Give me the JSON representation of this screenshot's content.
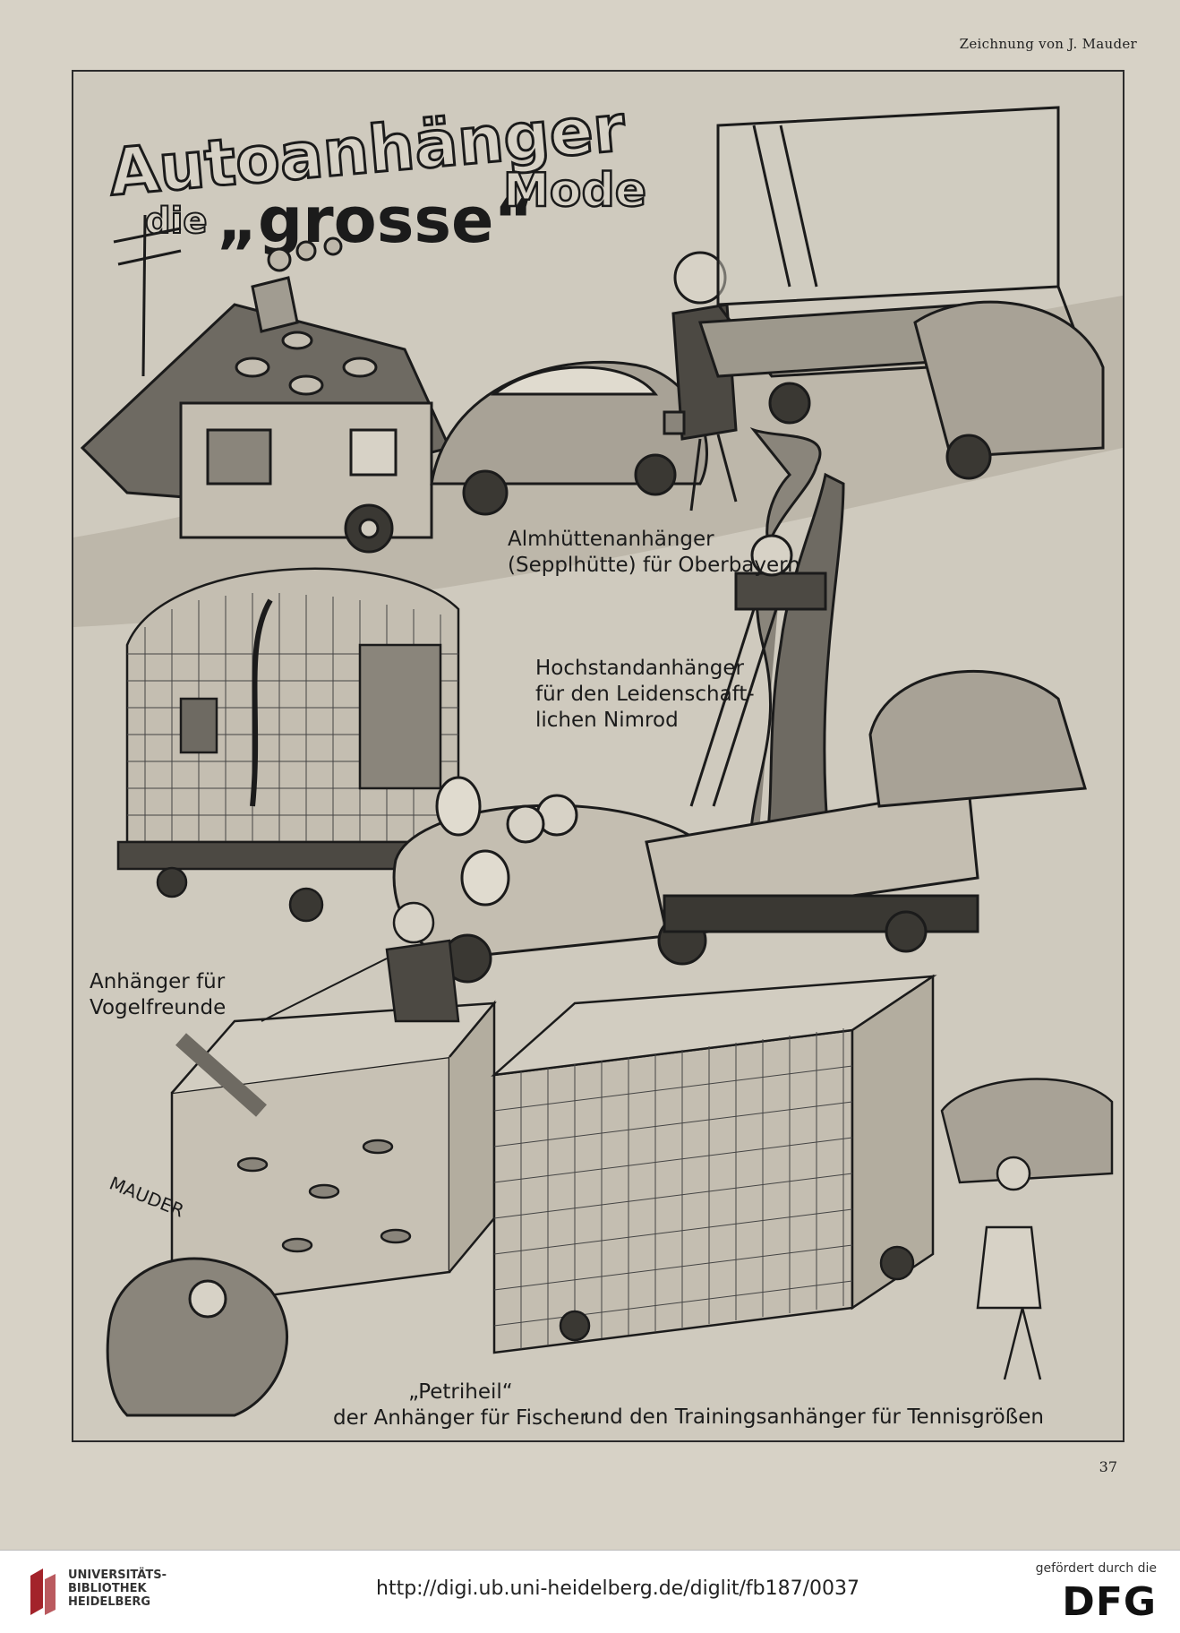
{
  "credit": "Zeichnung von J. Mauder",
  "title": {
    "line1": "Autoanhänger",
    "line2_pre": "die",
    "line2_quoted": "„grosse“",
    "line2_post": "Mode"
  },
  "captions": {
    "alm_line1": "Almhüttenanhänger",
    "alm_line2": "(Sepplhütte) für Oberbayern",
    "hoch_line1": "Hochstandanhänger",
    "hoch_line2": "für den Leidenschaft-",
    "hoch_line3": "lichen Nimrod",
    "vogel_line1": "Anhänger für",
    "vogel_line2": "Vogelfreunde",
    "petri_line1": "„Petriheil“",
    "petri_line2": "der Anhänger für Fischer",
    "tennis": "und den Trainingsanhänger für Tennisgrößen"
  },
  "signature": "MAUDER",
  "page_number": "37",
  "footer": {
    "library_line1": "UNIVERSITÄTS-",
    "library_line2": "BIBLIOTHEK",
    "library_line3": "HEIDELBERG",
    "url": "http://digi.ub.uni-heidelberg.de/diglit/fb187/0037",
    "funded_by": "gefördert durch die",
    "dfg": "DFG"
  },
  "colors": {
    "ink": "#1b1b1b",
    "paper": "#d7d2c6",
    "library_red": "#a3232a"
  }
}
